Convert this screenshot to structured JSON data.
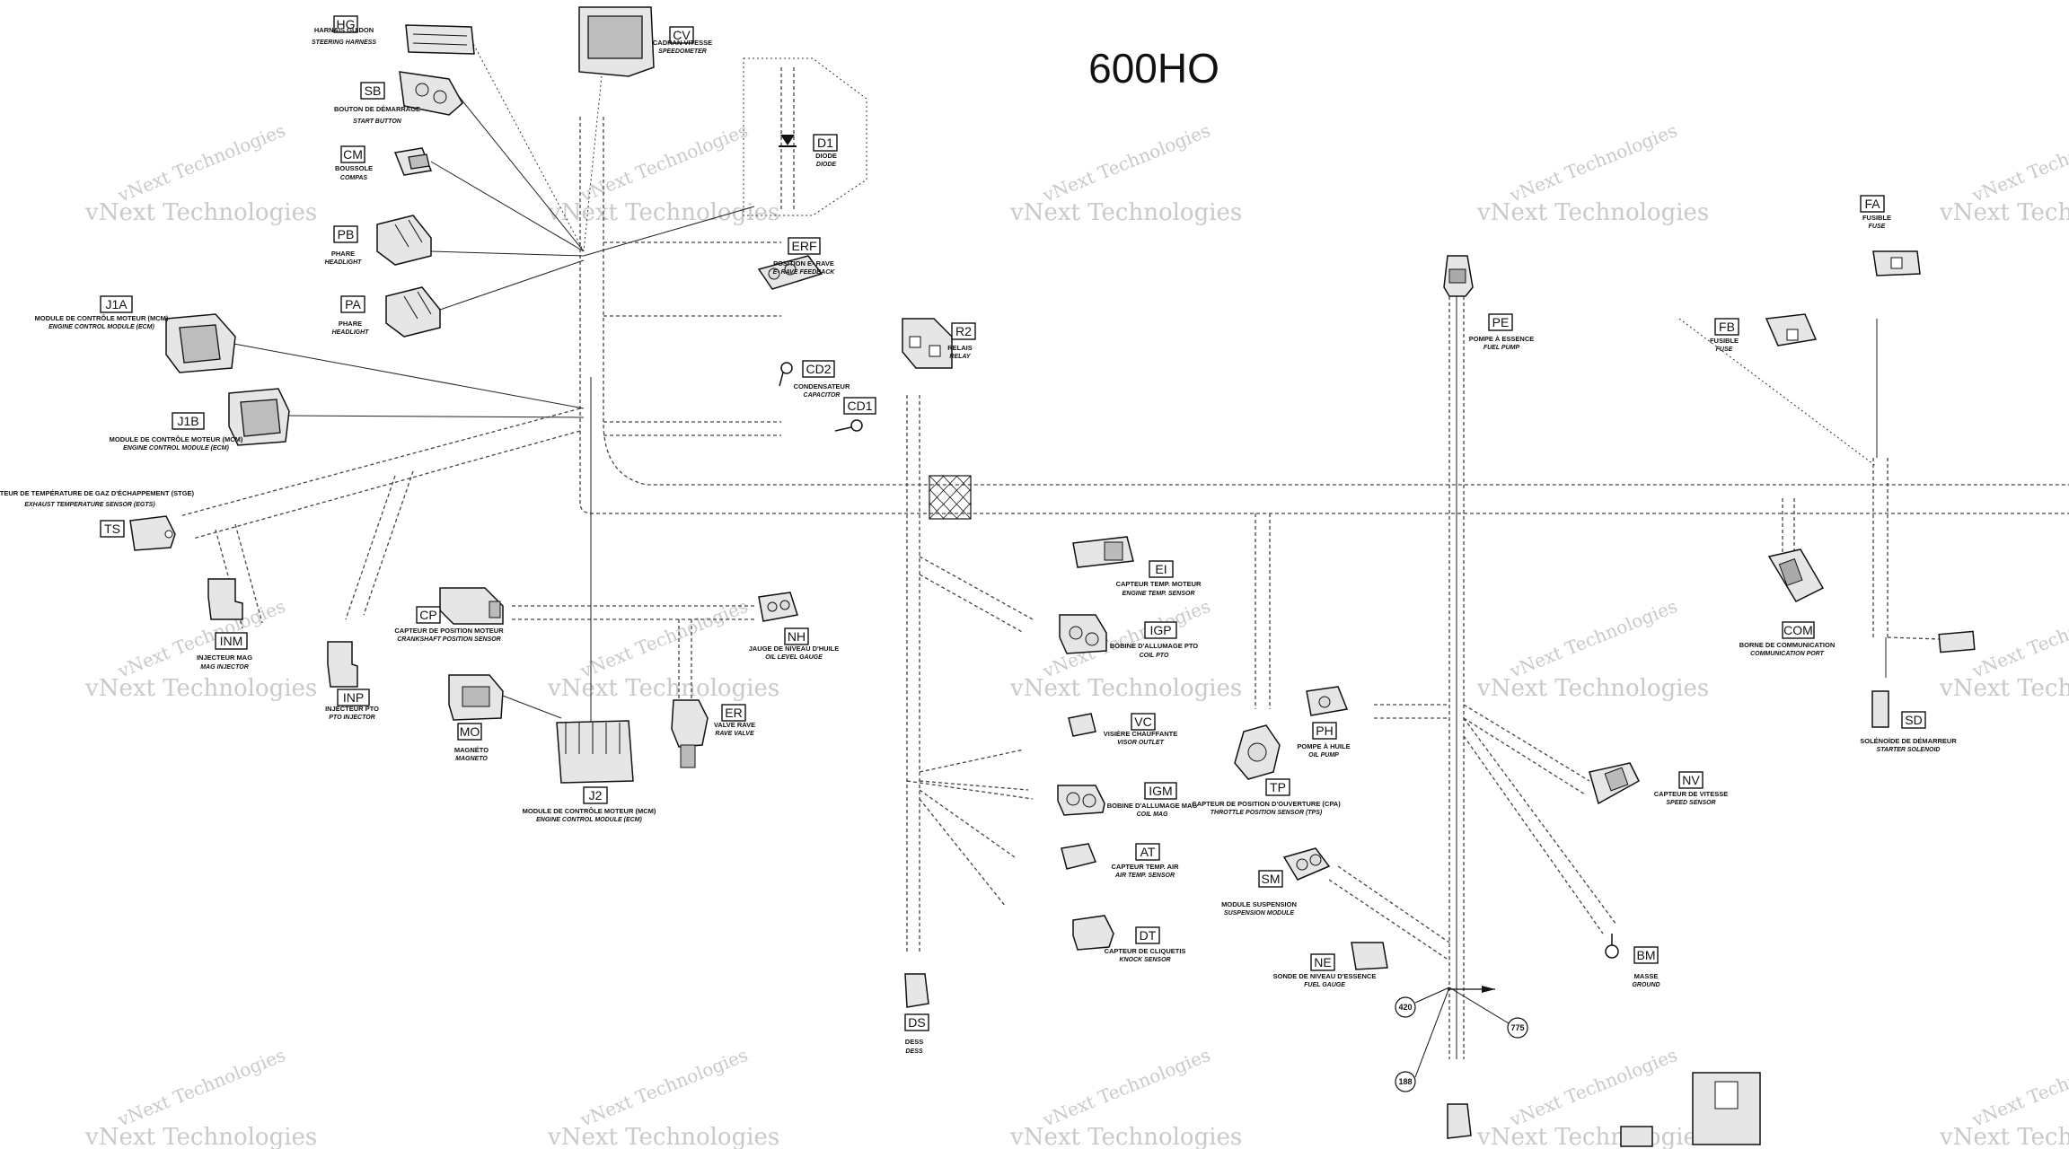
{
  "title": "600HO",
  "watermark": "vNext Technologies",
  "connectors": [
    {
      "code": "HG",
      "label_fr": "HARNAIS GUIDON",
      "label_en": "STEERING HARNESS"
    },
    {
      "code": "CV",
      "label_fr": "CADRAN VITESSE",
      "label_en": "SPEEDOMETER"
    },
    {
      "code": "SB",
      "label_fr": "BOUTON DE DÉMARRAGE",
      "label_en": "START BUTTON"
    },
    {
      "code": "CM",
      "label_fr": "BOUSSOLE",
      "label_en": "COMPAS"
    },
    {
      "code": "D1",
      "label_fr": "DIODE",
      "label_en": "DIODE"
    },
    {
      "code": "PB",
      "label_fr": "PHARE",
      "label_en": "HEADLIGHT"
    },
    {
      "code": "PA",
      "label_fr": "PHARE",
      "label_en": "HEADLIGHT"
    },
    {
      "code": "ERF",
      "label_fr": "POSITION E- RAVE",
      "label_en": "E- RAVE FEEDBACK"
    },
    {
      "code": "J1A",
      "label_fr": "MODULE DE CONTRÔLE MOTEUR (MCM)",
      "label_en": "ENGINE CONTROL MODULE (ECM)"
    },
    {
      "code": "J1B",
      "label_fr": "MODULE DE CONTRÔLE MOTEUR (MCM)",
      "label_en": "ENGINE CONTROL MODULE (ECM)"
    },
    {
      "code": "CD2",
      "label_fr": "CONDENSATEUR",
      "label_en": "CAPACITOR"
    },
    {
      "code": "CD1",
      "label_fr": "",
      "label_en": ""
    },
    {
      "code": "R2",
      "label_fr": "RELAIS",
      "label_en": "RELAY"
    },
    {
      "code": "PE",
      "label_fr": "POMPE À ESSENCE",
      "label_en": "FUEL PUMP"
    },
    {
      "code": "FA",
      "label_fr": "FUSIBLE",
      "label_en": "FUSE"
    },
    {
      "code": "FB",
      "label_fr": "FUSIBLE",
      "label_en": "FUSE"
    },
    {
      "code": "TS",
      "label_fr": "CAPTEUR DE TEMPÉRATURE DE GAZ D'ÉCHAPPEMENT (STGE)",
      "label_en": "EXHAUST TEMPERATURE SENSOR (EGTS)"
    },
    {
      "code": "INM",
      "label_fr": "INJECTEUR MAG",
      "label_en": "MAG INJECTOR"
    },
    {
      "code": "INP",
      "label_fr": "INJECTEUR PTO",
      "label_en": "PTO INJECTOR"
    },
    {
      "code": "CP",
      "label_fr": "CAPTEUR DE POSITION MOTEUR",
      "label_en": "CRANKSHAFT POSITION SENSOR"
    },
    {
      "code": "NH",
      "label_fr": "JAUGE DE NIVEAU D'HUILE",
      "label_en": "OIL LEVEL GAUGE"
    },
    {
      "code": "EI",
      "label_fr": "CAPTEUR TEMP. MOTEUR",
      "label_en": "ENGINE TEMP. SENSOR"
    },
    {
      "code": "IGP",
      "label_fr": "BOBINE D'ALLUMAGE PTO",
      "label_en": "COIL PTO"
    },
    {
      "code": "COM",
      "label_fr": "BORNE DE COMMUNICATION",
      "label_en": "COMMUNICATION PORT"
    },
    {
      "code": "MO",
      "label_fr": "MAGNÉTO",
      "label_en": "MAGNETO"
    },
    {
      "code": "ER",
      "label_fr": "VALVE RAVE",
      "label_en": "RAVE VALVE"
    },
    {
      "code": "VC",
      "label_fr": "VISIÈRE CHAUFFANTE",
      "label_en": "VISOR OUTLET"
    },
    {
      "code": "PH",
      "label_fr": "POMPE À HUILE",
      "label_en": "OIL PUMP"
    },
    {
      "code": "SD",
      "label_fr": "SOLÉNOÏDE DE DÉMARREUR",
      "label_en": "STARTER SOLENOID"
    },
    {
      "code": "J2",
      "label_fr": "MODULE DE CONTRÔLE MOTEUR (MCM)",
      "label_en": "ENGINE CONTROL MODULE (ECM)"
    },
    {
      "code": "IGM",
      "label_fr": "BOBINE D'ALLUMAGE MAG",
      "label_en": "COIL MAG"
    },
    {
      "code": "TP",
      "label_fr": "CAPTEUR DE POSITION D'OUVERTURE (CPA)",
      "label_en": "THROTTLE POSITION SENSOR (TPS)"
    },
    {
      "code": "NV",
      "label_fr": "CAPTEUR DE VITESSE",
      "label_en": "SPEED SENSOR"
    },
    {
      "code": "AT",
      "label_fr": "CAPTEUR TEMP. AIR",
      "label_en": "AIR TEMP. SENSOR"
    },
    {
      "code": "SM",
      "label_fr": "MODULE SUSPENSION",
      "label_en": "SUSPENSION MODULE"
    },
    {
      "code": "DT",
      "label_fr": "CAPTEUR DE CLIQUETIS",
      "label_en": "KNOCK SENSOR"
    },
    {
      "code": "NE",
      "label_fr": "SONDE DE NIVEAU D'ESSENCE",
      "label_en": "FUEL GAUGE"
    },
    {
      "code": "BM",
      "label_fr": "MASSE",
      "label_en": "GROUND"
    },
    {
      "code": "DS",
      "label_fr": "DESS",
      "label_en": "DESS"
    }
  ],
  "callouts": [
    "420",
    "775",
    "188"
  ]
}
